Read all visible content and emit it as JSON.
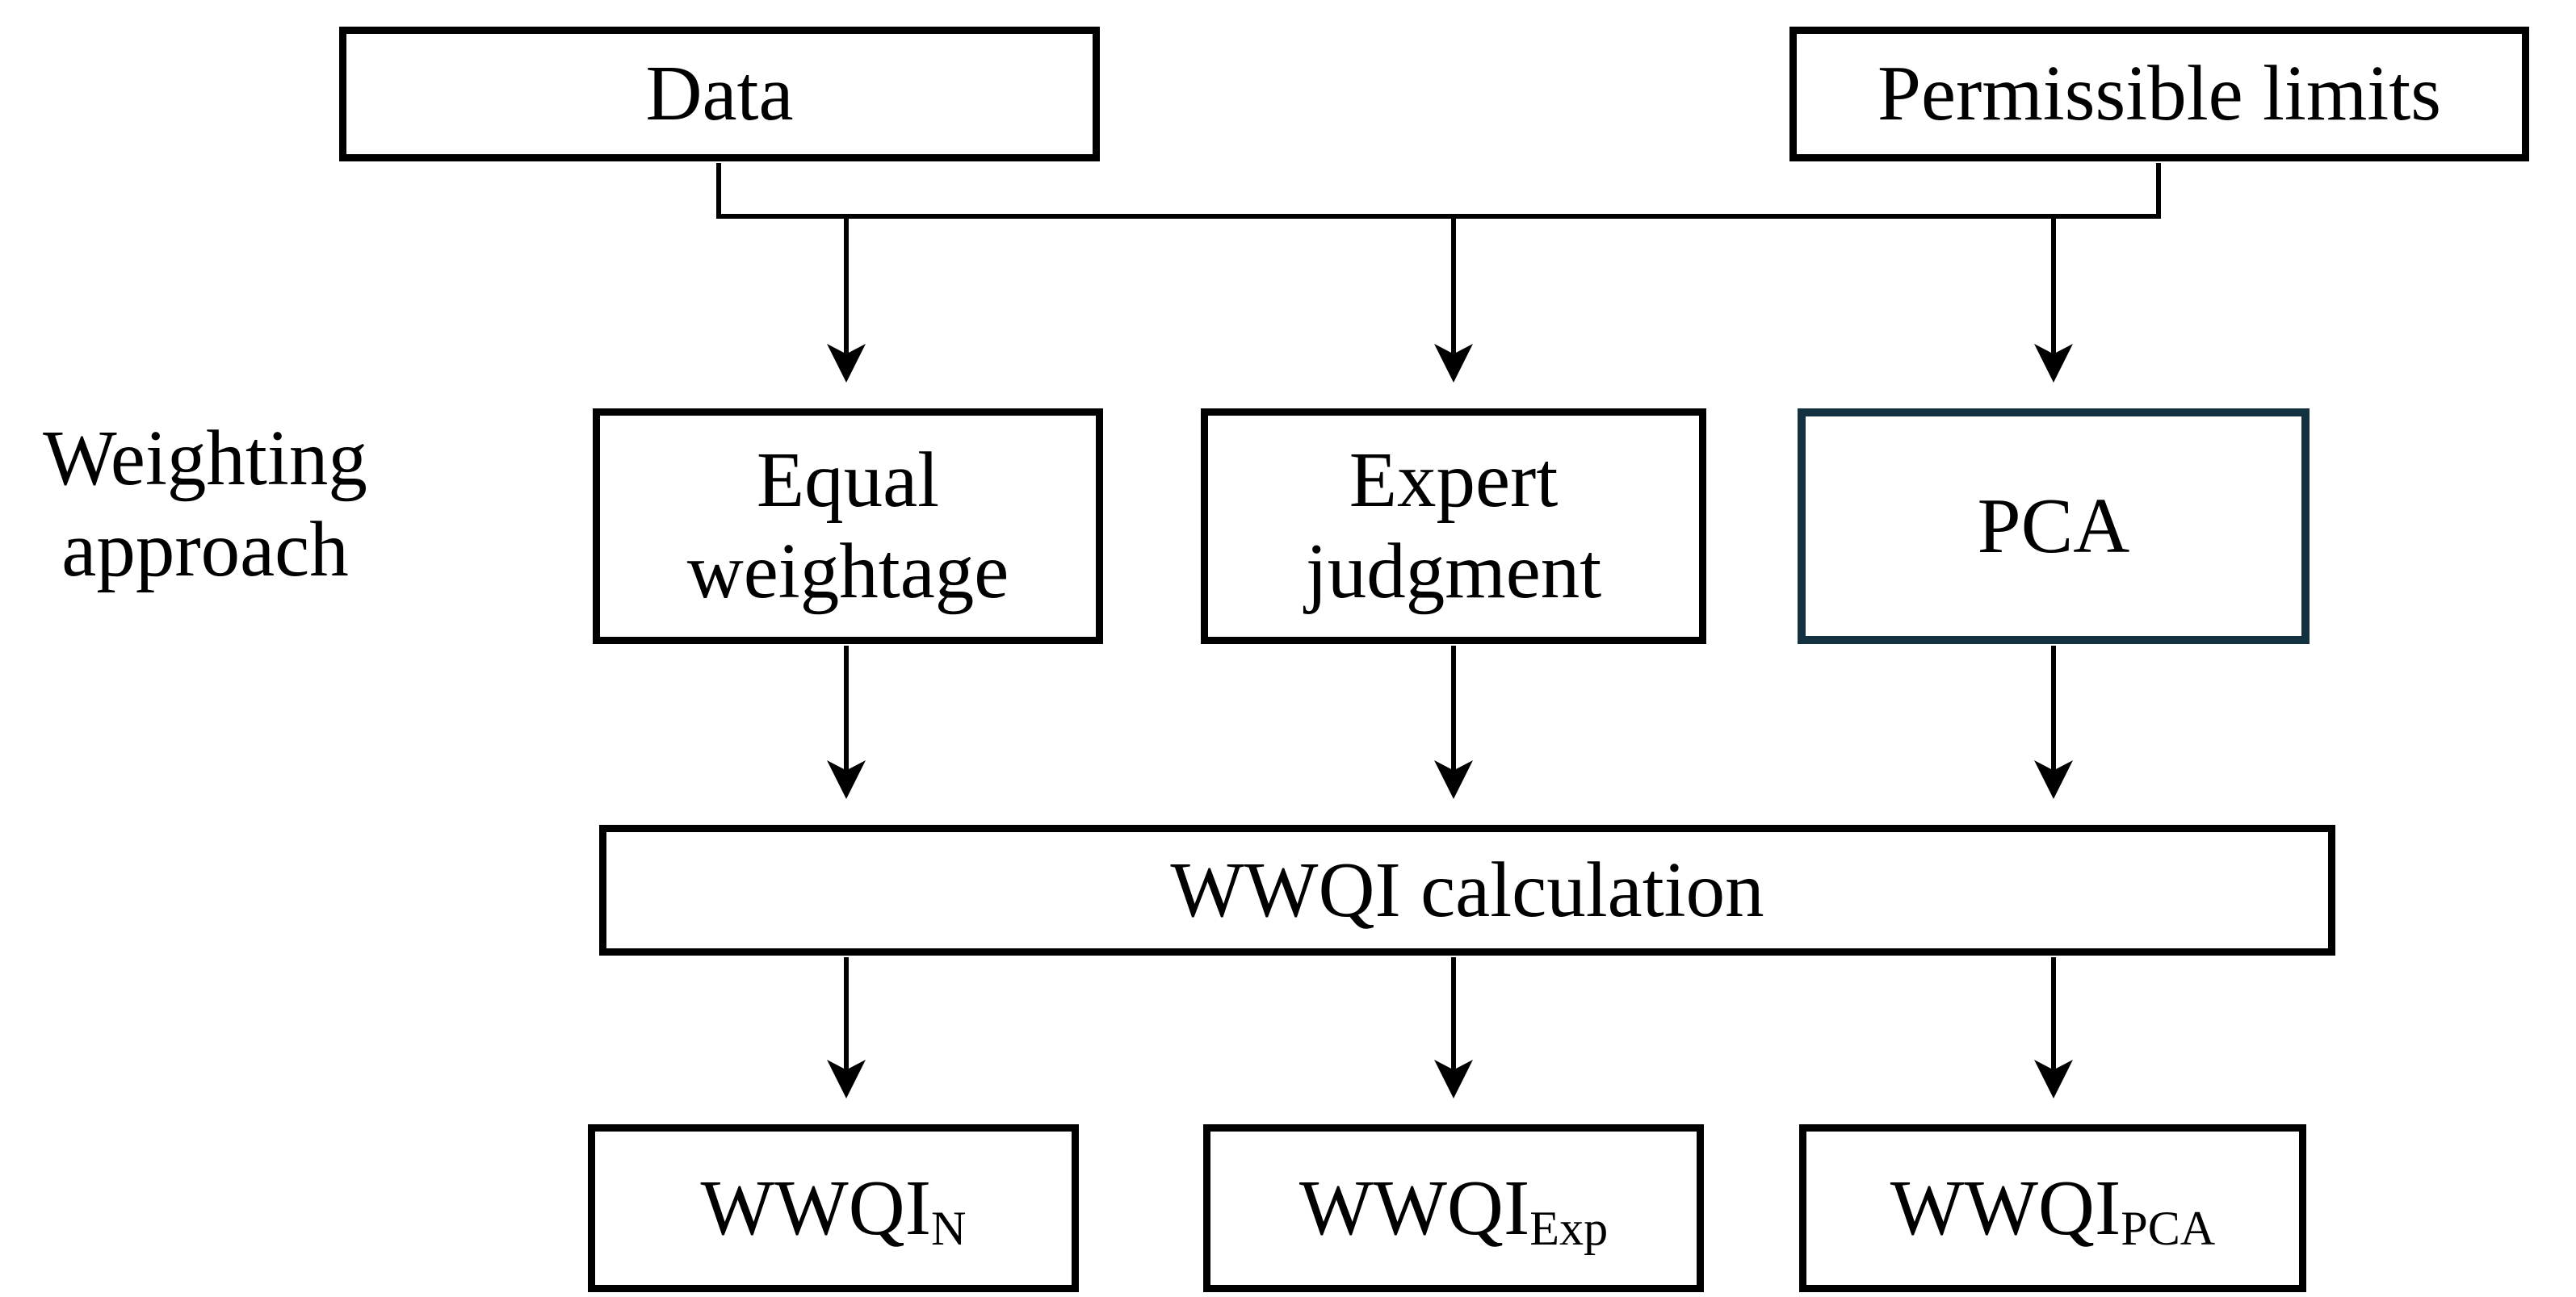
{
  "colors": {
    "line": "#000000",
    "box_border": "#000000",
    "pca_box_border": "#14313f",
    "background": "#ffffff",
    "text": "#000000"
  },
  "row_label": {
    "line1": "Weighting",
    "line2": "approach"
  },
  "nodes": {
    "data": {
      "label": "Data"
    },
    "permissible_limits": {
      "label": "Permissible limits"
    },
    "equal_weightage": {
      "line1": "Equal",
      "line2": "weightage"
    },
    "expert_judgment": {
      "line1": "Expert",
      "line2": "judgment"
    },
    "pca": {
      "label": "PCA"
    },
    "wwqi_calculation": {
      "label": "WWQI calculation"
    },
    "wwqi_n": {
      "base": "WWQI",
      "sub": "N"
    },
    "wwqi_exp": {
      "base": "WWQI",
      "sub": "Exp"
    },
    "wwqi_pca": {
      "base": "WWQI",
      "sub": "PCA"
    }
  },
  "edges": [
    {
      "from": "data",
      "to": "equal_weightage"
    },
    {
      "from": "data",
      "to": "expert_judgment"
    },
    {
      "from": "data",
      "to": "pca"
    },
    {
      "from": "permissible_limits",
      "to": "equal_weightage"
    },
    {
      "from": "permissible_limits",
      "to": "expert_judgment"
    },
    {
      "from": "permissible_limits",
      "to": "pca"
    },
    {
      "from": "equal_weightage",
      "to": "wwqi_calculation"
    },
    {
      "from": "expert_judgment",
      "to": "wwqi_calculation"
    },
    {
      "from": "pca",
      "to": "wwqi_calculation"
    },
    {
      "from": "wwqi_calculation",
      "to": "wwqi_n"
    },
    {
      "from": "wwqi_calculation",
      "to": "wwqi_exp"
    },
    {
      "from": "wwqi_calculation",
      "to": "wwqi_pca"
    }
  ]
}
